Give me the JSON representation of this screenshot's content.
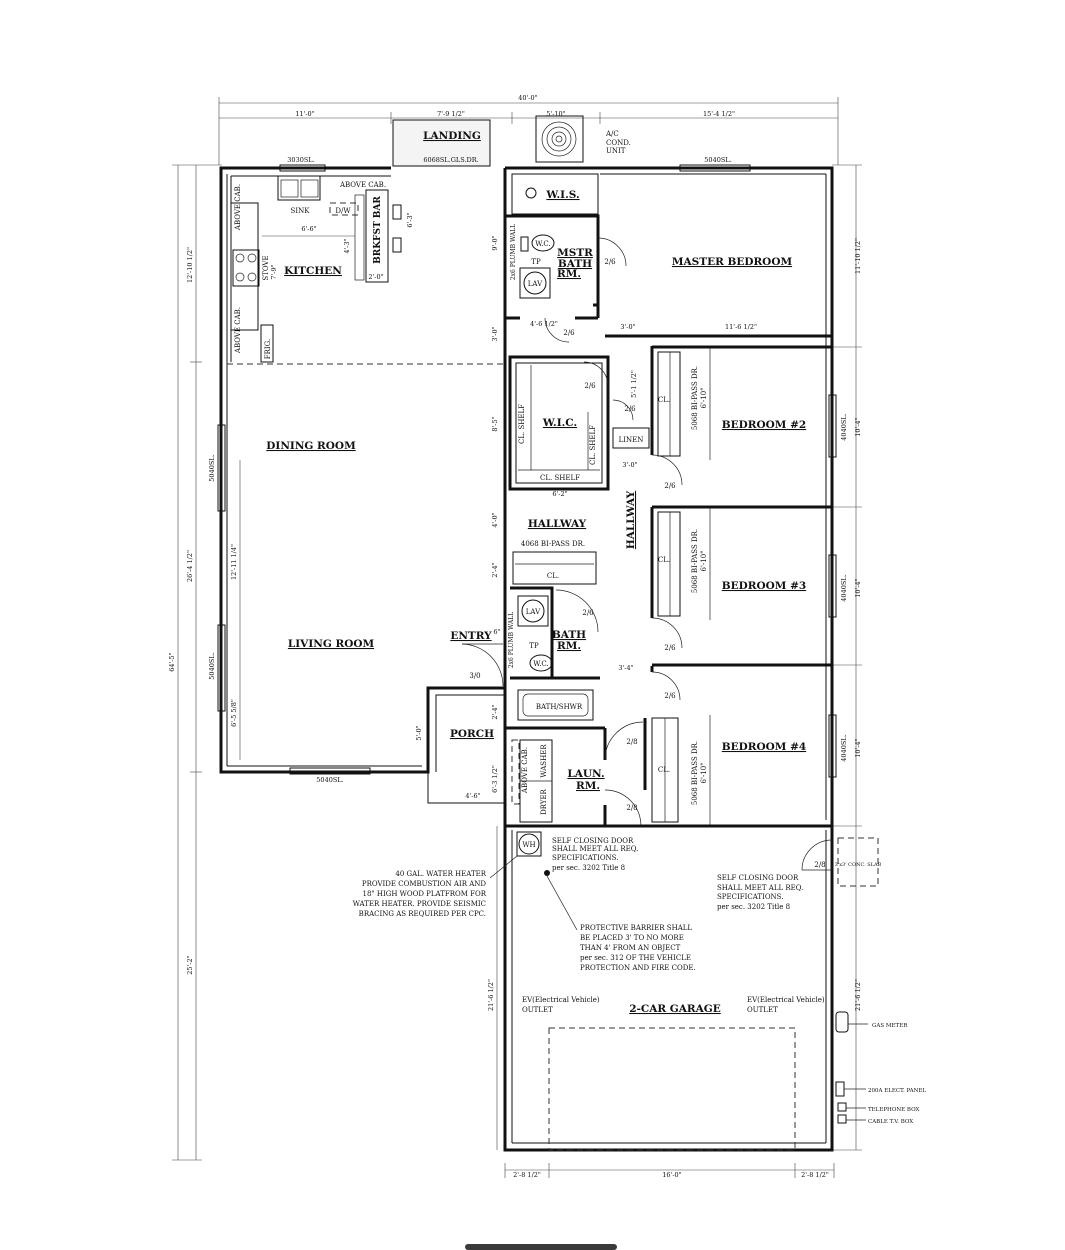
{
  "dimensions": {
    "overall_width": "40'-0\"",
    "overall_depth": "64'-5\"",
    "top_left": "11'-0\"",
    "top_mid": "7'-9 1/2\"",
    "top_small": "5'-10\"",
    "top_right": "15'-4 1/2\"",
    "left_top": "12'-10 1/2\"",
    "left_mid": "26'-4 1/2\"",
    "left_bottom": "25'-2\"",
    "right_top": "11'-10 1/2\"",
    "right_bed2": "10'-4\"",
    "right_bed3": "10'-4\"",
    "right_bed4": "10'-4\"",
    "right_garage": "21'-6 1/2\"",
    "garage_left": "21'-6 1/2\"",
    "bottom_left": "2'-8 1/2\"",
    "bottom_mid": "16'-0\"",
    "bottom_right": "2'-8 1/2\"",
    "d_6_6": "6'-6\"",
    "d_6_3": "6'-3\"",
    "d_4_3": "4'-3\"",
    "d_2_0": "2'-0\"",
    "d_7_9": "7'-9\"",
    "d_9_0": "9'-0\"",
    "d_3_0_v": "3'-0\"",
    "d_4_6_half": "4'-6 1/2\"",
    "d_3_0_h": "3'-0\"",
    "d_11_6_half": "11'-6 1/2\"",
    "d_5_1_half": "5'-1 1/2\"",
    "d_8_5": "8'-5\"",
    "d_6_2": "6'-2\"",
    "d_3_0_linen": "3'-0\"",
    "d_4_0": "4'-0\"",
    "d_2_4": "2'-4\"",
    "d_3_4": "3'-4\"",
    "d_12_11": "12'-11 1/4\"",
    "d_6_5": "6'-5 5/8\"",
    "d_5_0": "5'-0\"",
    "d_2_4b": "2'-4\"",
    "d_6_3b": "6'-3 1/2\"",
    "d_4_6": "4'-6\"",
    "d_6_10_a": "6'-10\"",
    "d_6_10_b": "6'-10\"",
    "d_6_10_c": "6'-10\"",
    "d_6": "6\""
  },
  "rooms": {
    "landing": "LANDING",
    "kitchen": "KITCHEN",
    "dining": "DINING ROOM",
    "living": "LIVING ROOM",
    "master_bed": "MASTER BEDROOM",
    "master_bath_1": "MSTR",
    "master_bath_2": "BATH",
    "master_bath_3": "RM.",
    "wis": "W.I.S.",
    "wic": "W.I.C.",
    "hallway": "HALLWAY",
    "hallway_v": "HALLWAY",
    "bath_1": "BATH",
    "bath_2": "RM.",
    "bed2": "BEDROOM #2",
    "bed3": "BEDROOM #3",
    "bed4": "BEDROOM #4",
    "laundry_1": "LAUN.",
    "laundry_2": "RM.",
    "porch": "PORCH",
    "entry": "ENTRY",
    "garage": "2-CAR GARAGE"
  },
  "labels": {
    "win_kitchen": "3030SL.",
    "win_master": "5040SL.",
    "win_dining": "5040SL.",
    "win_living": "5040SL.",
    "win_living_front": "5040SL.",
    "win_bed2": "4040SL.",
    "win_bed3": "4040SL.",
    "win_bed4": "4040SL.",
    "glass_door": "6068SL.GLS.DR.",
    "sink": "SINK",
    "dw": "D/W",
    "above_cab_1": "ABOVE CAB.",
    "above_cab_2": "ABOVE CAB.",
    "above_cab_3": "ABOVE CAB.",
    "above_cab_4": "ABOVE CAB.",
    "stove": "STOVE",
    "frig": "FRIG.",
    "brkfst_bar": "BRKFST BAR",
    "ac_1": "A/C",
    "ac_2": "COND.",
    "ac_3": "UNIT",
    "wc1": "W.C.",
    "wc2": "W.C.",
    "tp1": "TP",
    "tp2": "TP",
    "lav1": "LAV",
    "lav2": "LAV",
    "plumb_wall_1": "2x6 PLUMB WALL",
    "plumb_wall_2": "2x6 PLUMB WALL",
    "cl_shelf_1": "CL. SHELF",
    "cl_shelf_2": "CL. SHELF",
    "cl_shelf_3": "CL. SHELF",
    "linen": "LINEN",
    "cl_1": "CL.",
    "cl_2": "CL.",
    "cl_3": "CL.",
    "cl_4": "CL.",
    "bipass_hall": "4068 BI-PASS DR.",
    "bipass_1": "5068 BI-PASS DR.",
    "bipass_2": "5068 BI-PASS DR.",
    "bipass_3": "5068 BI-PASS DR.",
    "bath_shwr": "BATH/SHWR",
    "washer": "WASHER",
    "dryer": "DRYER",
    "wh": "WH",
    "door_2_6": "2/6",
    "door_2_8": "2/8",
    "door_3_0": "3/0",
    "step": "3'x3' CONC. SLAB",
    "gas_meter": "GAS METER",
    "elect_panel": "200A ELECT. PANEL",
    "telephone": "TELEPHONE BOX",
    "cable": "CABLE T.V. BOX"
  },
  "notes": {
    "self_closing_1": [
      "SELF CLOSING DOOR",
      "SHALL MEET ALL REQ.",
      "SPECIFICATIONS.",
      "per sec. 3202 Title 8"
    ],
    "self_closing_2": [
      "SELF CLOSING DOOR",
      "SHALL MEET ALL REQ.",
      "SPECIFICATIONS.",
      "per sec. 3202 Title 8"
    ],
    "water_heater": [
      "40 GAL. WATER HEATER",
      "PROVIDE COMBUSTION AIR AND",
      "18\" HIGH WOOD PLATFROM FOR",
      "WATER HEATER. PROVIDE SEISMIC",
      "BRACING AS REQUIRED PER CPC."
    ],
    "barrier": [
      "PROTECTIVE BARRIER SHALL",
      "BE PLACED 3' TO NO MORE",
      "THAN 4' FROM AN OBJECT",
      "per sec. 312 OF THE VEHICLE",
      "PROTECTION AND FIRE CODE."
    ],
    "ev_left": [
      "EV(Electrical Vehicle)",
      "OUTLET"
    ],
    "ev_right": [
      "EV(Electrical Vehicle)",
      "OUTLET"
    ]
  }
}
